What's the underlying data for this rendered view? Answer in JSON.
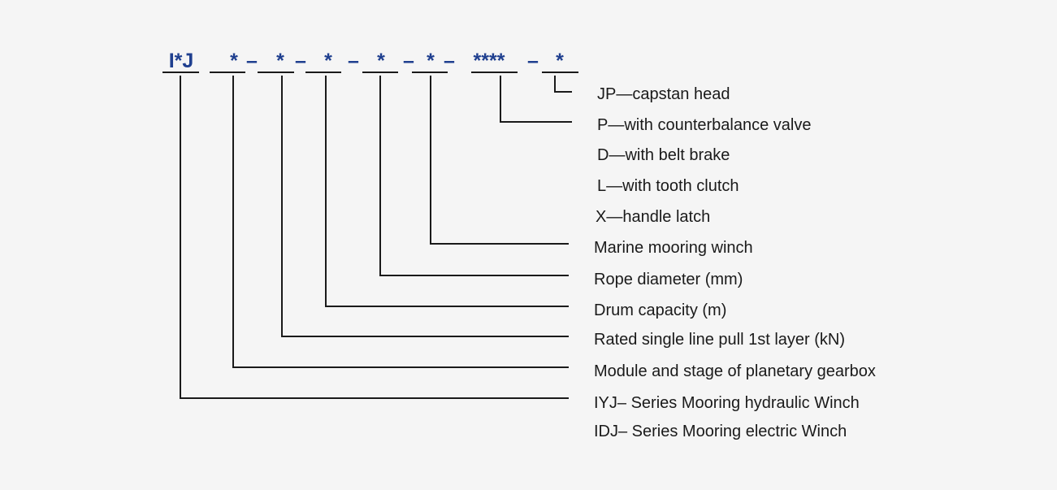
{
  "colors": {
    "code": "#1f3f8f",
    "line": "#1a1a1a",
    "text": "#1a1a1a",
    "background": "#f5f5f5"
  },
  "code": {
    "prefix": "I*J",
    "seg2": "*",
    "seg3": "*",
    "seg4": "*",
    "seg5": "*",
    "seg6": "*",
    "seg7": "****",
    "seg8": "*",
    "dash": "–"
  },
  "labels": {
    "jp": "JP—capstan head",
    "p": "P—with counterbalance valve",
    "d": "D—with belt brake",
    "l": "L—with tooth clutch",
    "x": "X—handle latch",
    "marine": "Marine mooring winch",
    "rope": "Rope diameter (mm)",
    "drum": "Drum capacity (m)",
    "rated": "Rated single line pull 1st layer (kN)",
    "module": "Module and stage of planetary gearbox",
    "iyj": "IYJ– Series Mooring hydraulic Winch",
    "idj": "IDJ– Series Mooring electric Winch"
  }
}
